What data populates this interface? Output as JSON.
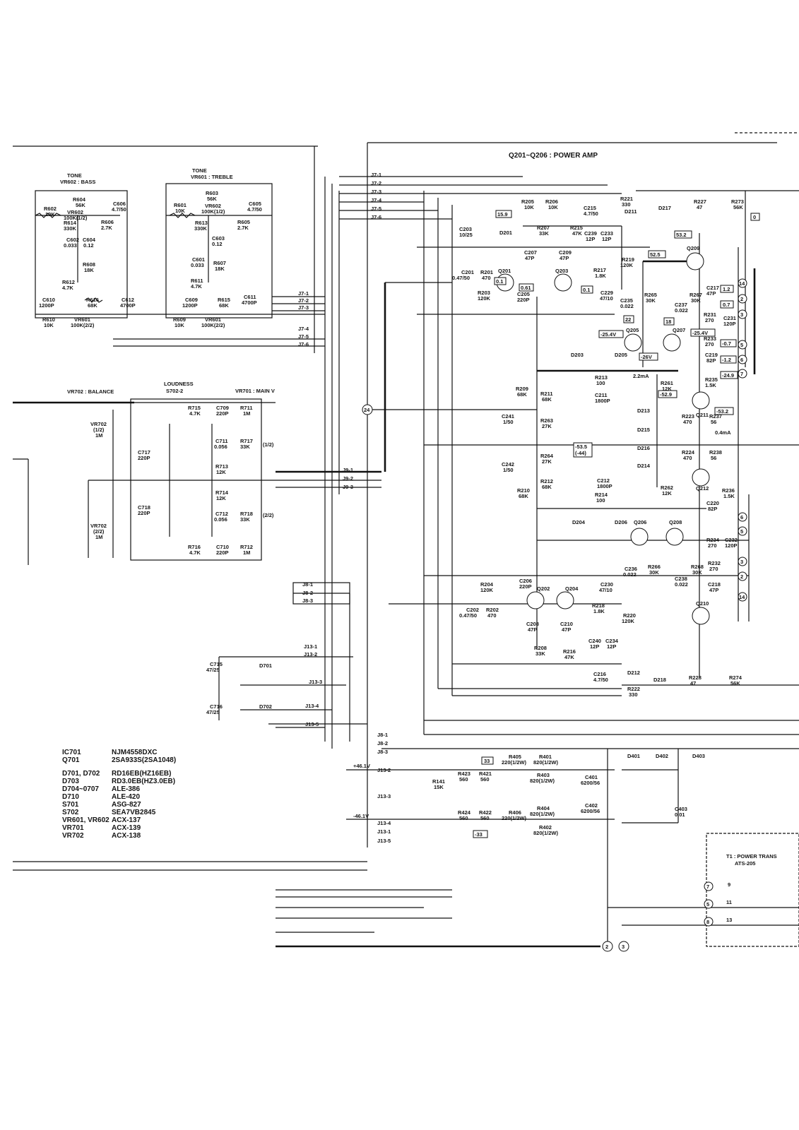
{
  "title": "Q201~Q206 : POWER AMP",
  "tone_bass": {
    "tone": "TONE",
    "name": "VR602 : BASS",
    "r604": [
      "R604",
      "56K"
    ],
    "vr602": [
      "VR602",
      "100K(1/2)"
    ],
    "c606": [
      "C606",
      "4.7/50"
    ],
    "r602": [
      "R602",
      "10K"
    ],
    "r606": [
      "R606",
      "2.7K"
    ],
    "r614": [
      "R614",
      "330K"
    ],
    "c602": [
      "C602",
      "0.033"
    ],
    "c604": [
      "C604",
      "0.12"
    ],
    "r608": [
      "R608",
      "18K"
    ],
    "r612": [
      "R612",
      "4.7K"
    ],
    "c610": [
      "C610",
      "1200P"
    ],
    "r616": [
      "R616",
      "68K"
    ],
    "c612": [
      "C612",
      "4700P"
    ],
    "r610": [
      "R610",
      "10K"
    ],
    "vr601": [
      "VR601",
      "100K(2/2)"
    ]
  },
  "tone_treble": {
    "tone": "TONE",
    "name": "VR601 : TREBLE",
    "r603": [
      "R603",
      "56K"
    ],
    "vr602": [
      "VR602",
      "100K(1/2)"
    ],
    "c605": [
      "C605",
      "4.7/50"
    ],
    "r601": [
      "R601",
      "10K"
    ],
    "r613": [
      "R613",
      "330K"
    ],
    "r605": [
      "R605",
      "2.7K"
    ],
    "c603": [
      "C603",
      "0.12"
    ],
    "c601": [
      "C601",
      "0.033"
    ],
    "r607": [
      "R607",
      "18K"
    ],
    "r611": [
      "R611",
      "4.7K"
    ],
    "c609": [
      "C609",
      "1200P"
    ],
    "r615": [
      "R615",
      "68K"
    ],
    "c611": [
      "C611",
      "4700P"
    ],
    "r609": [
      "R609",
      "10K"
    ],
    "vr601": [
      "VR601",
      "100K(2/2)"
    ]
  },
  "connectors_j7": [
    "J7-1",
    "J7-2",
    "J7-3",
    "J7-4",
    "J7-5",
    "J7-6"
  ],
  "connectors_j9": [
    "J9-1",
    "J9-2",
    "J9-3"
  ],
  "connectors_j8": [
    "J8-1",
    "J8-2",
    "J8-3"
  ],
  "connectors_j13": [
    "J13-1",
    "J13-2",
    "J13-3",
    "J13-4",
    "J13-5"
  ],
  "connectors_j7_left": [
    "J7-1",
    "J7-2",
    "J7-3",
    "J7-4",
    "J7-5",
    "J7-6"
  ],
  "lower_j8": [
    "J8-1",
    "J8-2",
    "J8-3"
  ],
  "lower_j13": [
    "J13-2",
    "J13-3",
    "J13-4",
    "J13-5"
  ],
  "lower_j13_1": "J13-1",
  "balance": "VR702 : BALANCE",
  "loudness": [
    "LOUDNESS",
    "S702-2"
  ],
  "main_vol": "VR701 : MAIN V",
  "vr702_a": [
    "VR702",
    "(1/2)",
    "1M"
  ],
  "vr702_b": [
    "VR702",
    "(2/2)",
    "1M"
  ],
  "c717": [
    "C717",
    "220P"
  ],
  "c718": [
    "C718",
    "220P"
  ],
  "loud_parts": [
    [
      "R715",
      "4.7K"
    ],
    [
      "C709",
      "220P"
    ],
    [
      "R711",
      "1M"
    ],
    [
      "C711",
      "0.056"
    ],
    [
      "R717",
      "33K"
    ],
    [
      "R713",
      "12K"
    ],
    [
      "R714",
      "12K"
    ],
    [
      "C712",
      "0.056"
    ],
    [
      "R718",
      "33K"
    ],
    [
      "R716",
      "4.7K"
    ],
    [
      "C710",
      "220P"
    ],
    [
      "R712",
      "1M"
    ]
  ],
  "half_marks": [
    "(1/2)",
    "(2/2)"
  ],
  "c715": [
    "C715",
    "47/25"
  ],
  "c716": [
    "C716",
    "47/25"
  ],
  "d701": "D701",
  "d702": "D702",
  "parts_list": [
    {
      "ref": "IC701",
      "val": "NJM4558DXC"
    },
    {
      "ref": "Q701",
      "val": "2SA933S(2SA1048)"
    },
    {
      "ref": "D701, D702",
      "val": "RD16EB(HZ16EB)"
    },
    {
      "ref": "D703",
      "val": "RD3.0EB(HZ3.0EB)"
    },
    {
      "ref": "D704~0707",
      "val": "ALE-386"
    },
    {
      "ref": "D710",
      "val": "ALE-420"
    },
    {
      "ref": "S701",
      "val": "ASG-827"
    },
    {
      "ref": "S702",
      "val": "SEA7VB2845"
    },
    {
      "ref": "VR601, VR602",
      "val": "ACX-137"
    },
    {
      "ref": "VR701",
      "val": "ACX-139"
    },
    {
      "ref": "VR702",
      "val": "ACX-138"
    }
  ],
  "amp_upper": {
    "r205": [
      "R205",
      "10K"
    ],
    "r206": [
      "R206",
      "10K"
    ],
    "c215": [
      "C215",
      "4.7/50"
    ],
    "r221": [
      "R221",
      "330"
    ],
    "d217": "D217",
    "r227": [
      "R227",
      "47"
    ],
    "r273": [
      "R273",
      "56K"
    ],
    "v0": "0",
    "c203": [
      "C203",
      "10/25"
    ],
    "v159": "15.9",
    "d201": "D201",
    "r207": [
      "R207",
      "33K"
    ],
    "r215": [
      "R215",
      "47K"
    ],
    "c239": [
      "C239",
      "12P"
    ],
    "c233": [
      "C233",
      "12P"
    ],
    "d211": "D211",
    "v532": "53.2",
    "c207": [
      "C207",
      "47P"
    ],
    "c209": [
      "C209",
      "47P"
    ],
    "v525": "52.5",
    "q209": "Q209",
    "r219": [
      "R219",
      "120K"
    ],
    "c201": [
      "C201",
      "0.47/50"
    ],
    "r201": [
      "R201",
      "470"
    ],
    "q201": "Q201",
    "q203": "Q203",
    "r217": [
      "R217",
      "1.8K"
    ],
    "v01a": "0.1",
    "v061": "0.61",
    "r203": [
      "R203",
      "120K"
    ],
    "c205": [
      "C205",
      "220P"
    ],
    "v01b": "0.1",
    "c229": [
      "C229",
      "47/10"
    ],
    "c235": [
      "C235",
      "0.022"
    ],
    "r265": [
      "R265",
      "30K"
    ],
    "r267": [
      "R267",
      "30K"
    ],
    "c217": [
      "C217",
      "47P"
    ],
    "v12": "1.2",
    "c237": [
      "C237",
      "0.022"
    ],
    "v07": "0.7",
    "v22": "22",
    "v18": "18",
    "r231": [
      "R231",
      "270"
    ],
    "c231": [
      "C231",
      "120P"
    ],
    "vn254a": "-25.4V",
    "q205": "Q205",
    "q207": "Q207",
    "vn254b": "-25.4V",
    "r233": [
      "R233",
      "270"
    ],
    "vn07": "-0.7",
    "d203": "D203",
    "d205": "D205",
    "vn26": "-26V",
    "c219": [
      "C219",
      "82P"
    ],
    "vn12": "-1.2",
    "r235": [
      "R235",
      "1.5K"
    ],
    "vn249": "-24.9",
    "r213": [
      "R213",
      "100"
    ],
    "i22": "2.2mA",
    "r209": [
      "R209",
      "68K"
    ],
    "r211": [
      "R211",
      "68K"
    ],
    "c211": [
      "C211",
      "1800P"
    ],
    "vn529": "-52.9",
    "r261": [
      "R261",
      "12K"
    ],
    "q211": "Q211",
    "vn532": "-53.2",
    "c241": [
      "C241",
      "1/50"
    ],
    "r263": [
      "R263",
      "27K"
    ],
    "d213": "D213",
    "r223": [
      "R223",
      "470"
    ],
    "r237": [
      "R237",
      "56"
    ],
    "i04": "0.4mA",
    "d215": "D215",
    "vn535": "-53.5",
    "vn441": "(-44)",
    "d216": "D216",
    "r224": [
      "R224",
      "470"
    ],
    "r238": [
      "R238",
      "56"
    ],
    "c242": [
      "C242",
      "1/50"
    ],
    "r264": [
      "R264",
      "27K"
    ],
    "d214": "D214",
    "q212": "Q212",
    "c212": [
      "C212",
      "1800P"
    ],
    "r212": [
      "R212",
      "68K"
    ],
    "r210": [
      "R210",
      "68K"
    ],
    "r214": [
      "R214",
      "100"
    ],
    "r262": [
      "R262",
      "12K"
    ],
    "r236": [
      "R236",
      "1.5K"
    ],
    "c220": [
      "C220",
      "82P"
    ],
    "d204": "D204",
    "d206": "D206",
    "q206": "Q206",
    "q208": "Q208",
    "r234": [
      "R234",
      "270"
    ],
    "c232": [
      "C232",
      "120P"
    ],
    "c236": [
      "C236",
      "0.022"
    ],
    "r266": [
      "R266",
      "30K"
    ],
    "r268": [
      "R268",
      "30K"
    ],
    "c238": [
      "C238",
      "0.022"
    ],
    "r232": [
      "R232",
      "270"
    ],
    "c218": [
      "C218",
      "47P"
    ],
    "r204": [
      "R204",
      "120K"
    ],
    "c206": [
      "C206",
      "220P"
    ],
    "q202": "Q202",
    "q204": "Q204",
    "c230": [
      "C230",
      "47/10"
    ],
    "c202": [
      "C202",
      "0.47/50"
    ],
    "r202": [
      "R202",
      "470"
    ],
    "r218": [
      "R218",
      "1.8K"
    ],
    "q210": "Q210",
    "r220": [
      "R220",
      "120K"
    ],
    "c208": [
      "C208",
      "47P"
    ],
    "c210": [
      "C210",
      "47P"
    ],
    "c240": [
      "C240",
      "12P"
    ],
    "c234": [
      "C234",
      "12P"
    ],
    "r208": [
      "R208",
      "33K"
    ],
    "r216": [
      "R216",
      "47K"
    ],
    "c216": [
      "C216",
      "4.7/50"
    ],
    "d212": "D212",
    "d218": "D218",
    "r228": [
      "R228",
      "47"
    ],
    "r274": [
      "R274",
      "56K"
    ],
    "r222": [
      "R222",
      "330"
    ],
    "node24": "24"
  },
  "ic_pins_upper": [
    "14",
    "2",
    "3",
    "5",
    "6",
    "7"
  ],
  "ic_pins_lower": [
    "6",
    "5",
    "3",
    "2",
    "14"
  ],
  "supply": {
    "v461": "+46.1V",
    "vn461": "-46.1V",
    "v33": "33",
    "vn33": "-33",
    "r141": [
      "R141",
      "15K"
    ],
    "r423": [
      "R423",
      "560"
    ],
    "r421": [
      "R421",
      "560"
    ],
    "r405": [
      "R405",
      "220(1/2W)"
    ],
    "r401": [
      "R401",
      "820(1/2W)"
    ],
    "r403": [
      "R403",
      "820(1/2W)"
    ],
    "c401": [
      "C401",
      "6200/56"
    ],
    "r424": [
      "R424",
      "560"
    ],
    "r422": [
      "R422",
      "560"
    ],
    "r406": [
      "R406",
      "220(1/2W)"
    ],
    "r404": [
      "R404",
      "820(1/2W)"
    ],
    "r402": [
      "R402",
      "820(1/2W)"
    ],
    "c402": [
      "C402",
      "6200/56"
    ],
    "d401": "D401",
    "d402": "D402",
    "d403": "D403",
    "c403": [
      "C403",
      "0.01"
    ],
    "t1": [
      "T1 : POWER TRANS",
      "ATS-205"
    ],
    "pins": [
      "7",
      "5",
      "8"
    ],
    "trans_pins": [
      "9",
      "11",
      "13"
    ],
    "nodes": [
      "2",
      "3"
    ]
  }
}
